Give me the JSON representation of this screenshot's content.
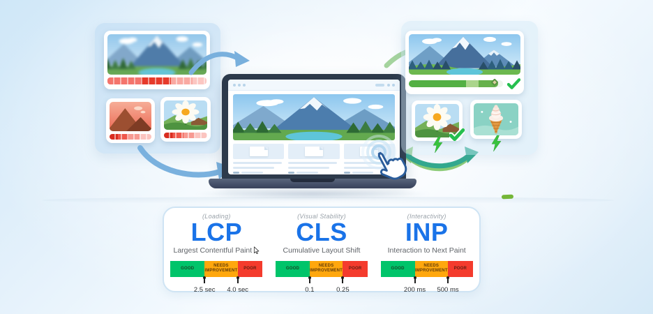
{
  "illustration": {
    "left_panel": {
      "meaning": "slow loading images with red loading bars",
      "images": [
        "blurry-mountain-photo",
        "sunset-mountain-photo",
        "daisy-photo"
      ],
      "loading_bar_color": "#e63a2b"
    },
    "right_panel": {
      "meaning": "optimized images loaded fast with green progress, checkmarks and lightning bolts",
      "images": [
        "sharp-mountain-photo",
        "daisy-photo",
        "ice-cream-photo"
      ],
      "progress_bar_color": "#54b044",
      "check_color": "#26bf4f",
      "bolt_color": "#38c23d"
    },
    "laptop": {
      "meaning": "browser page with hero mountain image, three content cards and a clicking hand cursor"
    }
  },
  "metrics_panel": {
    "metrics": [
      {
        "category": "(Loading)",
        "acronym": "LCP",
        "name": "Largest Contentful Paint",
        "scale": [
          "GOOD",
          "NEEDS IMPROVEMENT",
          "POOR"
        ],
        "thresholds": [
          "2.5 sec",
          "4.0 sec"
        ]
      },
      {
        "category": "(Visual Stability)",
        "acronym": "CLS",
        "name": "Cumulative Layout Shift",
        "scale": [
          "GOOD",
          "NEEDS IMPROVEMENT",
          "POOR"
        ],
        "thresholds": [
          "0.1",
          "0.25"
        ]
      },
      {
        "category": "(Interactivity)",
        "acronym": "INP",
        "name": "Interaction to Next Paint",
        "scale": [
          "GOOD",
          "NEEDS IMPROVEMENT",
          "POOR"
        ],
        "thresholds": [
          "200 ms",
          "500 ms"
        ]
      }
    ],
    "colors": {
      "acronym_blue": "#1a73e8",
      "good": "#00c46a",
      "needs_improvement": "#ffa70d",
      "poor": "#f43b2d"
    }
  }
}
